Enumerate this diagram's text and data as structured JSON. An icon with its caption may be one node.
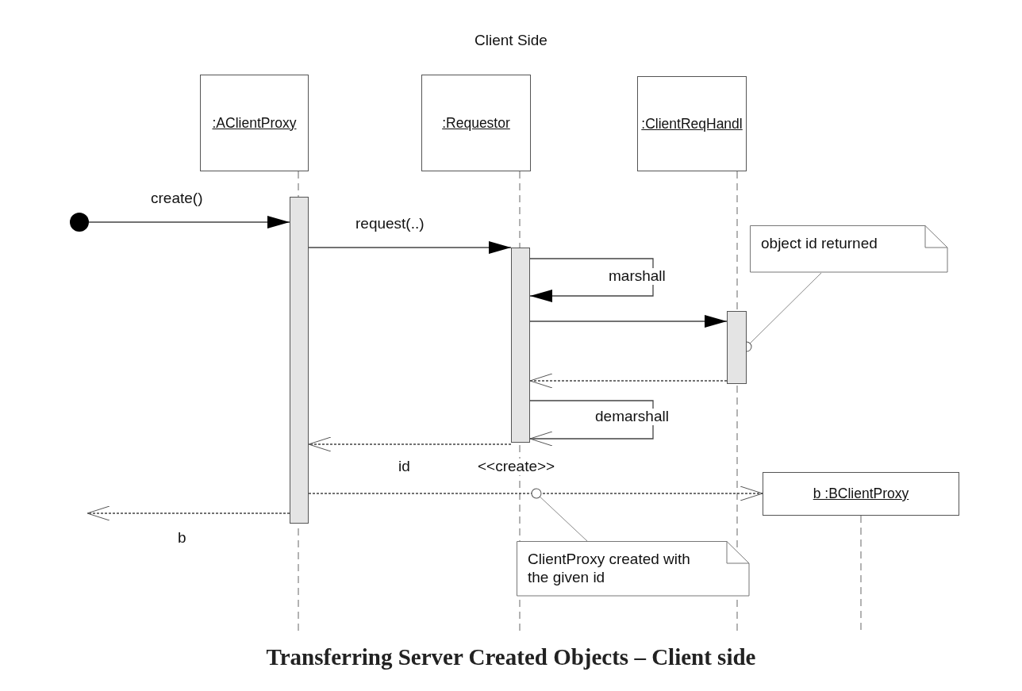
{
  "diagram": {
    "title": "Client Side",
    "caption": "Transferring Server Created Objects – Client side",
    "nodes": [
      {
        "text": [
          ":AClientProxy"
        ]
      },
      {
        "text": [
          ":Requestor"
        ]
      },
      {
        "text": [
          ":ClientReqHandl"
        ]
      },
      {
        "text": [],
        "shape": "bar"
      },
      {
        "text": [],
        "shape": "bar"
      },
      {
        "text": [],
        "shape": "bar"
      },
      {
        "text": [],
        "shape": "circle"
      },
      {
        "text": [
          "object id returned"
        ]
      },
      {
        "text": [
          "b :BClientProxy"
        ]
      },
      {
        "text": [
          "ClientProxy created with the given id"
        ]
      }
    ],
    "edges": [
      {
        "from": 6,
        "to": 3,
        "arrow": "to",
        "label": "create()"
      },
      {
        "from": 3,
        "to": 4,
        "arrow": "to",
        "label": "request(..)"
      },
      {
        "from": 4,
        "to": 4,
        "arrow": "to",
        "label": "marshall"
      },
      {
        "from": 4,
        "to": 5,
        "arrow": "to"
      },
      {
        "from": 5,
        "to": 4,
        "arrow": "to",
        "style": "dashed"
      },
      {
        "from": 4,
        "to": 4,
        "arrow": "to",
        "label": "demarshall"
      },
      {
        "from": 4,
        "to": 3,
        "arrow": "to",
        "style": "dashed",
        "label": "id"
      },
      {
        "from": 3,
        "to": 8,
        "arrow": "to",
        "style": "dashed",
        "label": "<<create>>"
      },
      {
        "from": 3,
        "to": null,
        "arrow": "to",
        "style": "dashed",
        "label": "b"
      },
      {
        "from": 7,
        "to": 5,
        "arrow": "other",
        "color": "#888888"
      },
      {
        "from": 9,
        "to": null,
        "arrow": "other",
        "color": "#888888"
      }
    ]
  }
}
